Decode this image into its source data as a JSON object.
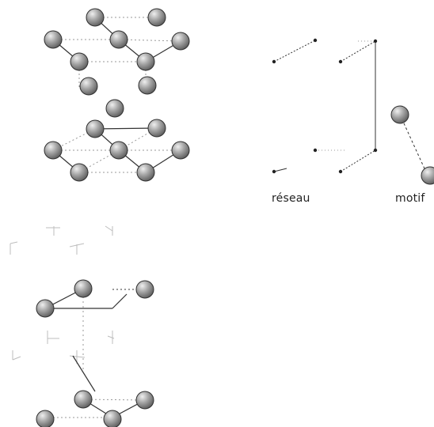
{
  "labels": {
    "lattice": "réseau",
    "motif": "motif"
  },
  "colors": {
    "background": "#ffffff",
    "atom_fill": "#9a9a9a",
    "atom_highlight": "#e6e6e6",
    "atom_stroke": "#303030",
    "bond": "#333333",
    "dotted": "#9a9a9a",
    "lattice_point": "#222222",
    "ghost_arrow": "#bdbdbd"
  },
  "icons": {
    "atom": "shaded-sphere",
    "lattice_point": "small-dot",
    "axis_hint": "ghost-arrow"
  }
}
